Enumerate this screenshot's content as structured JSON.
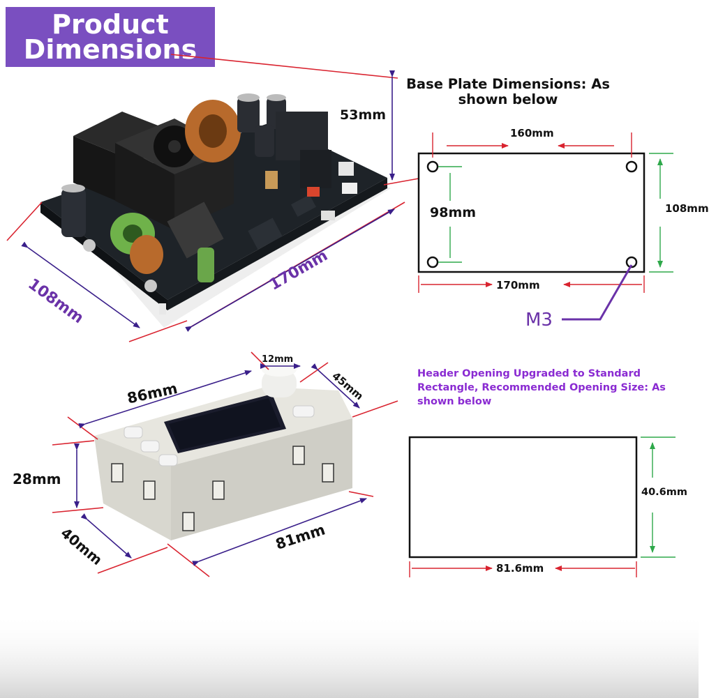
{
  "title": {
    "line1": "Product",
    "line2": "Dimensions"
  },
  "colors": {
    "title_bg": "#7a4fc0",
    "dimension_line": "#d9232f",
    "secondary_dimension_line": "#2ea84a",
    "leader": "#6a32a8",
    "note_text": "#8a2bd2"
  },
  "main_board": {
    "height": "53mm",
    "depth": "108mm",
    "length": "170mm"
  },
  "base_plate": {
    "heading": "Base Plate Dimensions: As shown below",
    "hole_spacing_x": "160mm",
    "hole_spacing_y": "98mm",
    "height": "108mm",
    "width": "170mm",
    "hole_label": "M3"
  },
  "display_module": {
    "knob": "12mm",
    "top_width": "86mm",
    "side_depth": "45mm",
    "height": "28mm",
    "bottom_depth": "40mm",
    "bottom_width": "81mm"
  },
  "opening": {
    "heading": "Header Opening Upgraded to Standard Rectangle, Recommended Opening Size: As shown below",
    "height": "40.6mm",
    "width": "81.6mm"
  }
}
